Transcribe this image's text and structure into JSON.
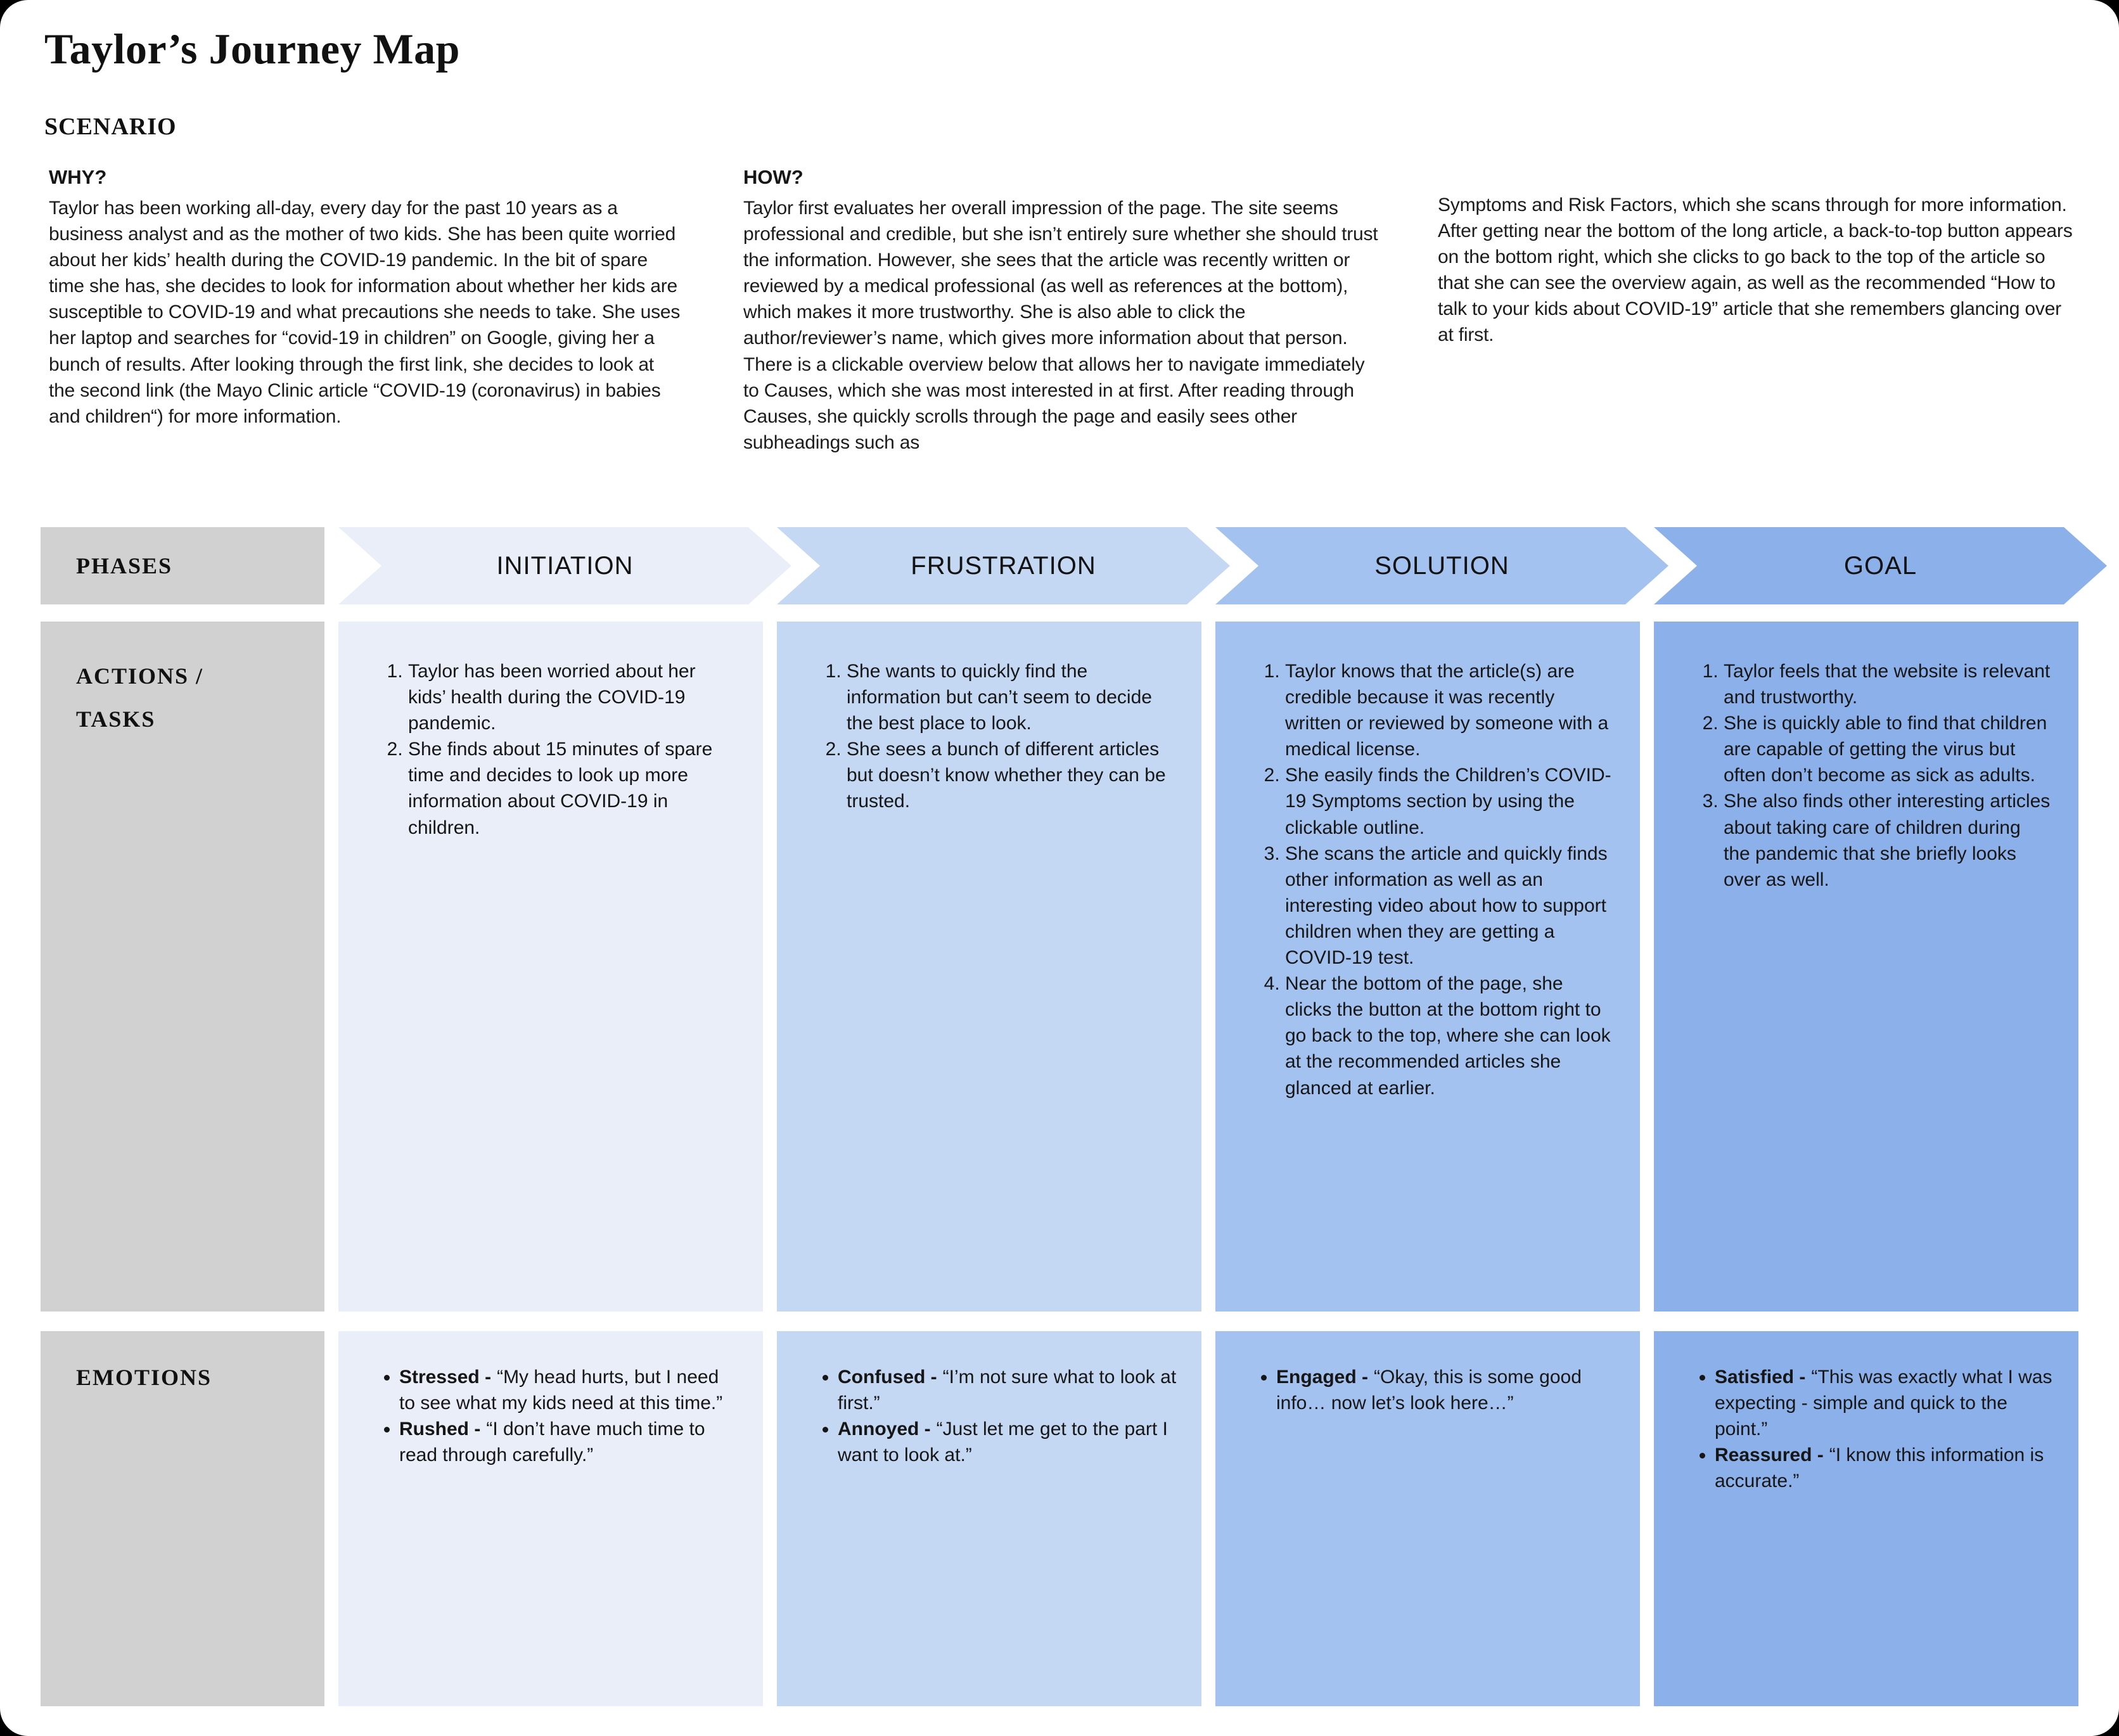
{
  "page": {
    "title": "Taylor’s Journey Map",
    "scenario_heading": "SCENARIO"
  },
  "scenario": {
    "why": {
      "heading": "WHY?",
      "text": "Taylor has been working all-day, every day for the past 10 years as a business analyst and as the mother of two kids. She has been quite worried about her kids’ health during the COVID-19 pandemic. In the bit of spare time she has, she decides to look for information about whether her kids are susceptible to COVID-19 and what precautions she needs to take. She uses her laptop and searches for “covid-19 in children” on Google, giving her a bunch of results. After looking through the first link, she decides to look at the second link (the Mayo Clinic article “COVID-19 (coronavirus) in babies and children“) for more information."
    },
    "how": {
      "heading": "HOW?",
      "col1": "Taylor first evaluates her overall impression of the page. The site seems professional and credible, but she isn’t entirely sure whether she should trust the information. However, she sees that the article was recently written or reviewed by a medical professional (as well as references at the bottom), which makes it more trustworthy. She is also able to click the author/reviewer’s name, which gives more information about that person. There is a clickable overview below that allows her to navigate immediately to Causes, which she was most interested in at first. After reading through Causes, she quickly scrolls through the page and easily sees other subheadings such as",
      "col2": "Symptoms and Risk Factors, which she scans through for more information. After getting near the bottom of the long article, a back-to-top button appears on the bottom right, which she clicks to go back to the top of the article so that she can see the overview again, as well as the recommended “How to talk to your kids about COVID-19” article that she remembers glancing over at first."
    }
  },
  "journey": {
    "row_labels": {
      "phases": "PHASES",
      "actions_line1": "ACTIONS /",
      "actions_line2": "TASKS",
      "emotions": "EMOTIONS"
    },
    "label_bg": "#d1d1d1",
    "phases": [
      {
        "label": "INITIATION",
        "color": "#e9eef8",
        "actions": [
          "Taylor has been worried about her kids’ health during the COVID-19 pandemic.",
          "She finds about 15 minutes of spare time and decides to look up more information about COVID-19 in children."
        ],
        "emotions": [
          {
            "label": "Stressed -",
            "text": "“My head hurts, but I need to see what my kids need at this time.”"
          },
          {
            "label": "Rushed -",
            "text": "“I don’t have much time to read through carefully.”"
          }
        ]
      },
      {
        "label": "FRUSTRATION",
        "color": "#c4d7f3",
        "actions": [
          "She wants to quickly find the information but can’t seem to decide the best place to look.",
          "She sees a bunch of different articles but doesn’t know whether they can be trusted."
        ],
        "emotions": [
          {
            "label": "Confused -",
            "text": "“I’m not sure what to look at first.”"
          },
          {
            "label": "Annoyed -",
            "text": "“Just let me get to the part I want to look at.”"
          }
        ]
      },
      {
        "label": "SOLUTION",
        "color": "#a4c2ef",
        "actions": [
          "Taylor knows that the article(s) are credible because it was recently written or reviewed by someone with a medical license.",
          "She easily finds the Children’s COVID-19 Symptoms section by using the clickable outline.",
          "She scans the article and quickly finds other information as well as an interesting video about how to support children when they are getting a COVID-19 test.",
          "Near the bottom of the page, she clicks the button at the bottom right to go back to the top, where she can look at the recommended articles she glanced at earlier."
        ],
        "emotions": [
          {
            "label": "Engaged -",
            "text": "“Okay, this is some good info… now let’s look here…”"
          }
        ]
      },
      {
        "label": "GOAL",
        "color": "#8cb0ea",
        "actions": [
          "Taylor feels that the website is relevant and trustworthy.",
          "She is quickly able to find that children are capable of getting the virus but often don’t become as sick as adults.",
          "She also finds other interesting articles about taking care of children during the pandemic that she briefly looks over as well."
        ],
        "emotions": [
          {
            "label": "Satisfied -",
            "text": "“This was exactly what I was expecting - simple and quick to the point.”"
          },
          {
            "label": "Reassured -",
            "text": "“I know this information is accurate.”"
          }
        ]
      }
    ]
  }
}
